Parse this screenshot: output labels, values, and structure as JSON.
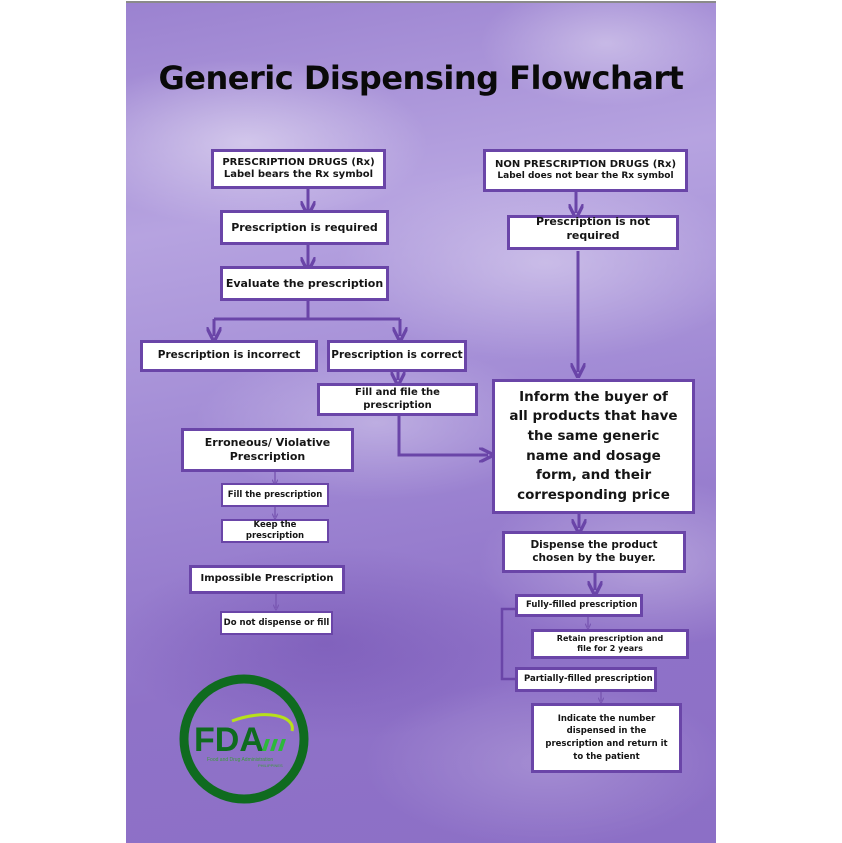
{
  "title": "Generic Dispensing Flowchart",
  "colors": {
    "background_purple": "#9b82d0",
    "box_border": "#6a45a8",
    "arrow": "#6a45a8",
    "box_fill": "#ffffff",
    "text": "#151515",
    "logo_green_dark": "#0f6b1f",
    "logo_green_light": "#b7e01a"
  },
  "prescription_branch": {
    "header": {
      "line1": "PRESCRIPTION DRUGS (Rx)",
      "line2": "Label bears the Rx symbol"
    },
    "required": "Prescription is required",
    "evaluate": "Evaluate the prescription",
    "incorrect": "Prescription is incorrect",
    "correct": "Prescription is correct",
    "fill_and_file": "Fill and file the prescription",
    "erroneous": {
      "label": "Erroneous/ Violative Prescription",
      "steps": [
        "Fill the prescription",
        "Keep the prescription"
      ]
    },
    "impossible": {
      "label": "Impossible Prescription",
      "steps": [
        "Do not dispense or fill"
      ]
    }
  },
  "non_prescription_branch": {
    "header": {
      "line1": "NON PRESCRIPTION DRUGS (Rx)",
      "line2": "Label does not bear the Rx symbol"
    },
    "not_required": "Prescription is not required"
  },
  "common": {
    "inform_buyer": "Inform the buyer of all products that have the same generic name and dosage form, and their corresponding price",
    "dispense": "Dispense the product chosen by the buyer.",
    "fully_filled": "Fully-filled prescription",
    "retain": "Retain prescription and file for 2 years",
    "partially_filled": "Partially-filled prescription",
    "indicate": "Indicate the number dispensed in the prescription and return it to the patient"
  },
  "logo": {
    "name": "FDA",
    "tagline": "Food and Drug Administration",
    "subline": "PHILIPPINES"
  }
}
